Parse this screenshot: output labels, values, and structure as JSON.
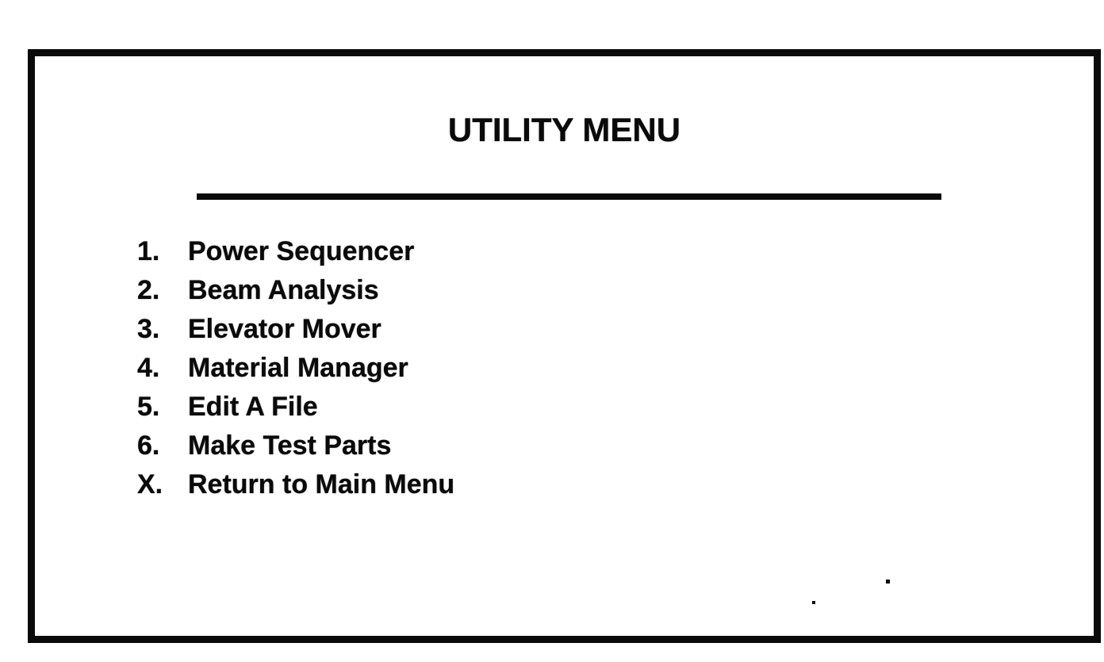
{
  "window": {
    "title": "UTILITY MENU"
  },
  "menu": {
    "items": [
      {
        "key": "1.",
        "label": "Power Sequencer"
      },
      {
        "key": "2.",
        "label": "Beam Analysis"
      },
      {
        "key": "3.",
        "label": "Elevator Mover"
      },
      {
        "key": "4.",
        "label": "Material Manager"
      },
      {
        "key": "5.",
        "label": "Edit A File"
      },
      {
        "key": "6.",
        "label": "Make Test Parts"
      },
      {
        "key": "X.",
        "label": "Return to Main Menu"
      }
    ]
  },
  "colors": {
    "ink": "#0a0a0a",
    "background": "#ffffff"
  }
}
